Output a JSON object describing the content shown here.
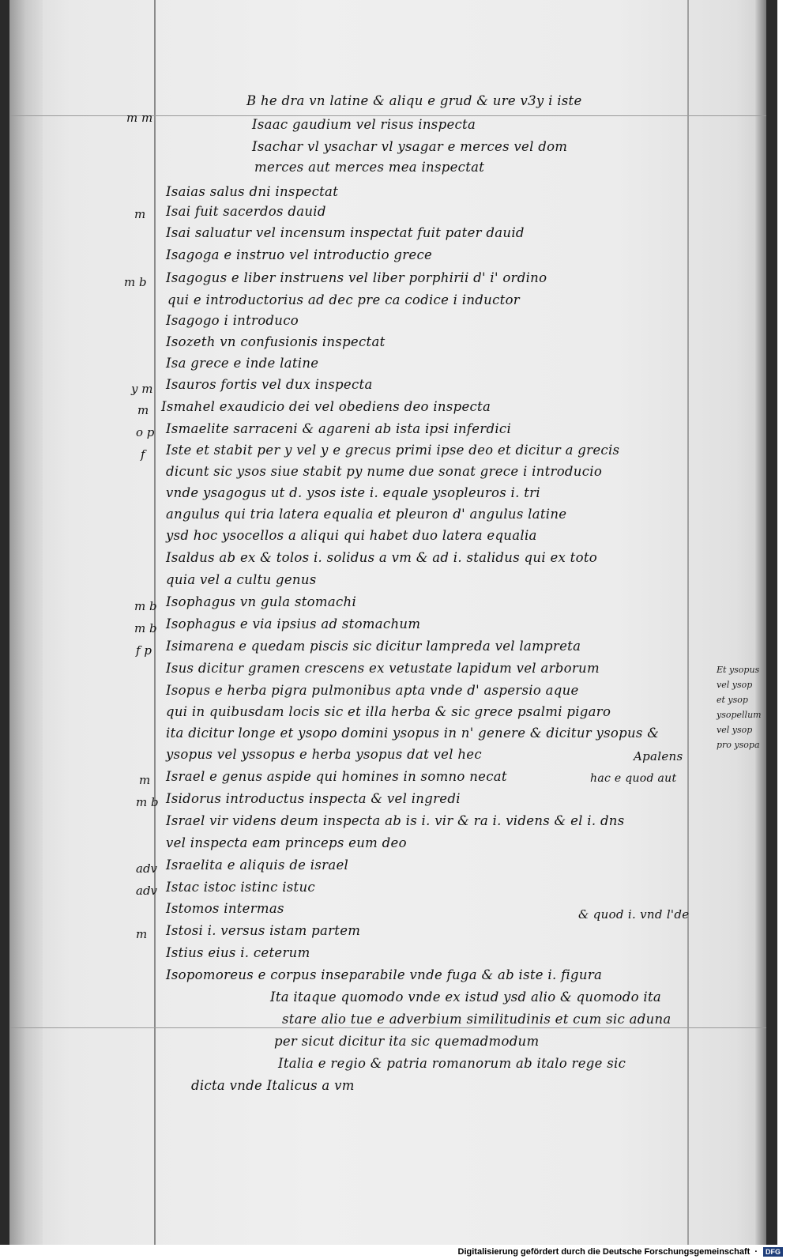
{
  "footer": {
    "text": "Digitalisierung gefördert durch die Deutsche Forschungsgemeinschaft",
    "logo_text": "DFG"
  },
  "manuscript": {
    "lines": [
      "B he dra vn latine & aliqu e grud & ure v3y i iste",
      "Isaac gaudium vel risus inspecta",
      "Isachar vl ysachar vl ysagar e merces vel dom",
      "merces aut merces mea inspectat",
      "Isaias salus dni inspectat",
      "Isai fuit sacerdos dauid",
      "Isai saluatur vel incensum inspectat fuit pater dauid",
      "Isagoga e instruo vel introductio grece",
      "Isagogus e liber instruens vel liber porphirii d' i' ordino",
      "qui e introductorius ad dec pre ca codice i inductor",
      "Isagogo i introduco",
      "Isozeth vn confusionis inspectat",
      "Isa grece e inde latine",
      "Isauros fortis vel dux inspecta",
      "Ismahel exaudicio dei vel obediens deo inspecta",
      "Ismaelite sarraceni & agareni ab ista ipsi inferdici",
      "Iste et stabit per y vel y e grecus primi ipse deo et dicitur a grecis",
      "dicunt sic ysos siue stabit py nume due sonat grece i introducio",
      "vnde ysagogus ut d. ysos iste i. equale ysopleuros i. tri",
      "angulus qui tria latera equalia et pleuron d' angulus latine",
      "ysd hoc ysocellos a aliqui qui habet duo latera equalia",
      "Isaldus ab ex & tolos i. solidus a vm & ad i. stalidus qui ex toto",
      "quia vel a cultu genus",
      "Isophagus vn gula stomachi",
      "Isophagus e via ipsius ad stomachum",
      "Isimarena e quedam piscis sic dicitur lampreda vel lampreta",
      "Isus dicitur gramen crescens ex vetustate lapidum vel arborum",
      "Isopus e herba pigra pulmonibus apta vnde d' aspersio aque",
      "qui in quibusdam locis sic et illa herba & sic grece psalmi pigaro",
      "ita dicitur longe et ysopo domini ysopus in n' genere & dicitur ysopus &",
      "ysopus vel yssopus e herba ysopus dat vel hec",
      "Israel e genus aspide qui homines in somno necat",
      "Isidorus introductus inspecta & vel ingredi",
      "Israel vir videns deum inspecta ab is i. vir & ra i. videns & el i. dns",
      "vel inspecta eam princeps eum deo",
      "Israelita e aliquis de israel",
      "Istac istoc istinc istuc",
      "Istomos intermas",
      "Istosi i. versus istam partem",
      "Istius eius i. ceterum",
      "Isopomoreus e corpus inseparabile vnde fuga & ab iste i. figura",
      "Ita itaque quomodo vnde ex istud ysd alio & quomodo ita",
      "stare alio tue e adverbium similitudinis et cum sic aduna",
      "per sicut dicitur ita sic quemadmodum",
      "Italia e regio & patria romanorum ab italo rege sic",
      "dicta vnde Italicus a vm"
    ],
    "margin_left": [
      "m m",
      "m",
      "m b",
      "y m",
      "m",
      "o p",
      "f",
      "m b",
      "m b",
      "f p",
      "m",
      "m b",
      "adv",
      "adv",
      "m"
    ],
    "margin_right_note": [
      "Et ysopus",
      "vel ysop",
      "et ysop",
      "ysopellum",
      "vel ysop",
      "pro ysopa"
    ],
    "right_insert_1": "Apalens",
    "right_insert_2": "& quod i. vnd l'de",
    "inline_note": "hac e quod aut"
  }
}
